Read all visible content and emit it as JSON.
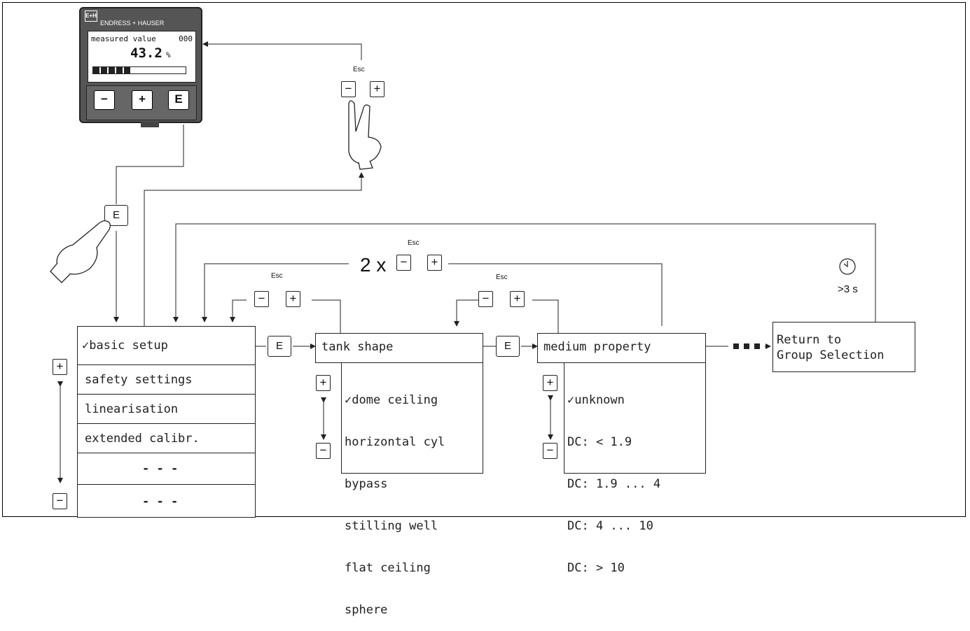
{
  "device": {
    "brand": "ENDRESS + HAUSER",
    "logo": "E+H",
    "display_title": "measured value",
    "display_code": "000",
    "display_value": "43.2",
    "display_unit": "%",
    "bargraph_fill": 0.4,
    "keys": {
      "minus": "−",
      "plus": "+",
      "enter": "E"
    }
  },
  "keys": {
    "minus": "−",
    "plus": "+",
    "enter": "E",
    "esc": "Esc"
  },
  "two_x": "2 x",
  "timer_label": ">3 s",
  "menu_groups": [
    "✓basic setup",
    "safety settings",
    "linearisation",
    "extended calibr.",
    "- - -",
    "- - -"
  ],
  "tank_shape": {
    "header": "tank shape",
    "options": [
      "✓dome ceiling",
      " horizontal cyl",
      " bypass",
      " stilling well",
      " flat ceiling",
      " sphere"
    ]
  },
  "medium_property": {
    "header": "medium property",
    "options": [
      "✓unknown",
      " DC: < 1.9",
      " DC: 1.9 ... 4",
      " DC: 4 ... 10",
      " DC: > 10"
    ]
  },
  "return_box": {
    "line1": "Return to",
    "line2": "Group Selection"
  },
  "icons": {
    "hand": "hand-pointer-icon",
    "clock": "clock-icon"
  }
}
